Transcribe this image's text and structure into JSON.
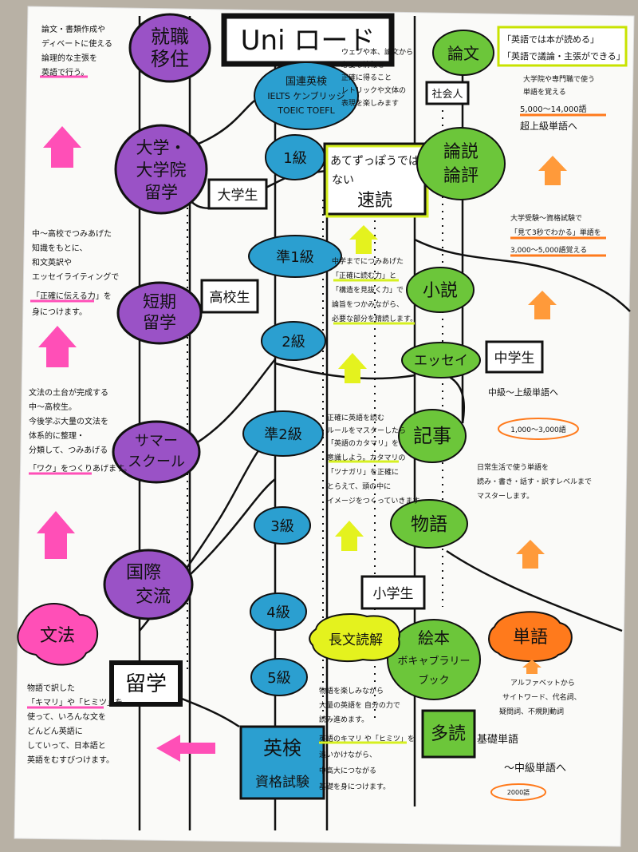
{
  "title": "Uni ロード",
  "top_right_note": {
    "line1": "「英語では本が読める」",
    "line2": "「英語で議論・主張ができる」"
  },
  "purple_nodes": {
    "shushoku": {
      "line1": "就職",
      "line2": "移住"
    },
    "daigaku": {
      "line1": "大学・",
      "line2": "大学院",
      "line3": "留学"
    },
    "tanki": {
      "line1": "短期",
      "line2": "留学"
    },
    "summer": {
      "line1": "サマー",
      "line2": "スクール"
    },
    "kokusai": {
      "line1": "国際",
      "line2": "交流"
    }
  },
  "ryugaku_box": "留学",
  "grammar_badge": "文法",
  "word_badge": "単語",
  "long_reading_badge": "長文読解",
  "blue_nodes": {
    "kokuren": {
      "line1": "国連英検",
      "line2": "IELTS ケンブリッジ",
      "line3": "TOEIC TOEFL"
    },
    "grades": [
      "1級",
      "準1級",
      "2級",
      "準2級",
      "3級",
      "4級",
      "5級"
    ],
    "eiken": {
      "line1": "英検",
      "line2": "資格試験"
    }
  },
  "green_nodes": {
    "ronbun": "論文",
    "ronsetsu": {
      "line1": "論説",
      "line2": "論評"
    },
    "shosetsu": "小説",
    "essay": "エッセイ",
    "kiji": "記事",
    "monogatari": "物語",
    "ehon": {
      "line1": "絵本",
      "line2": "ボキャブラリー",
      "line3": "ブック"
    },
    "tadoku": "多読"
  },
  "center_box": {
    "line1": "あてずっぽうでは",
    "line2": "ない",
    "line3": "速読"
  },
  "level_labels": {
    "shakaijin": "社会人",
    "daigakusei": "大学生",
    "kokosei": "高校生",
    "chugakusei": "中学生",
    "shogakusei": "小学生"
  },
  "left_notes": {
    "top": [
      "論文・書類作成や",
      "ディベートに使える",
      "論理的な主張を",
      "英語で行う。"
    ],
    "mid": [
      "中〜高校でつみあげた",
      "知識をもとに、",
      "和文英訳や",
      "エッセイライティングで",
      "「正確に伝える力」を",
      "身につけます。"
    ],
    "low": [
      "文法の土台が完成する",
      "中〜高校生。",
      "今後学ぶ大量の文法を",
      "体系的に整理・",
      "分類して、つみあげる",
      "「ワク」をつくりあげます。"
    ],
    "bottom": [
      "物語で訳した",
      "「キマリ」や「ヒミツ」を",
      "使って、いろんな文を",
      "どんどん英語に",
      "していって、日本語と",
      "英語をむすびつけます。"
    ]
  },
  "center_notes": {
    "top": [
      "ウェブや本、論文から",
      "必要な情報を",
      "正確に得ること",
      "レトリックや文体の",
      "表現を楽しみます"
    ],
    "mid": [
      "中学までにつみあげた",
      "「正確に読む力」と",
      "「構造を見抜く力」で",
      "論旨をつかみながら、",
      "必要な部分を精読します。"
    ],
    "low": [
      "正確に英語を読む",
      "ルールをマスターしたら",
      "「英語のカタマリ」を",
      "意識しよう。カタマリの",
      "「ツナガリ」を正確に",
      "とらえて、頭の中に",
      "イメージをつくっていきます"
    ],
    "bottom": [
      "物語を楽しみながら",
      "大量の英語を 自分の力で",
      "読み進めます。",
      "英語のキマリ や「ヒミツ」を",
      "追いかけながら、",
      "中高大につながる",
      "基礎を身につけます。"
    ]
  },
  "right_notes": {
    "top": [
      "大学院や専門職で使う",
      "単語を覚える"
    ],
    "top_range": "5,000〜14,000語",
    "top_goal": "超上級単語へ",
    "mid": [
      "大学受験〜資格試験で",
      "「見て3秒でわかる」単語を",
      "3,000〜5,000語覚える"
    ],
    "chu": "中級〜上級単語へ",
    "chu_range": "1,000〜3,000語",
    "daily": [
      "日常生活で使う単語を",
      "読み・書き・話す・訳すレベルまで",
      "マスターします。"
    ],
    "alpha": [
      "アルファベットから",
      "サイトワード、代名詞、",
      "疑問詞、不規則動詞"
    ],
    "kiso": "基礎単語",
    "kiso_goal": "〜中級単語へ",
    "kiso_range": "2000語"
  },
  "colors": {
    "purple": "#9a52c6",
    "blue": "#2b9fd0",
    "green": "#6cc63a",
    "pink": "#ff4fb7",
    "yellow": "#e4f21e",
    "orange": "#ff7a1c"
  }
}
